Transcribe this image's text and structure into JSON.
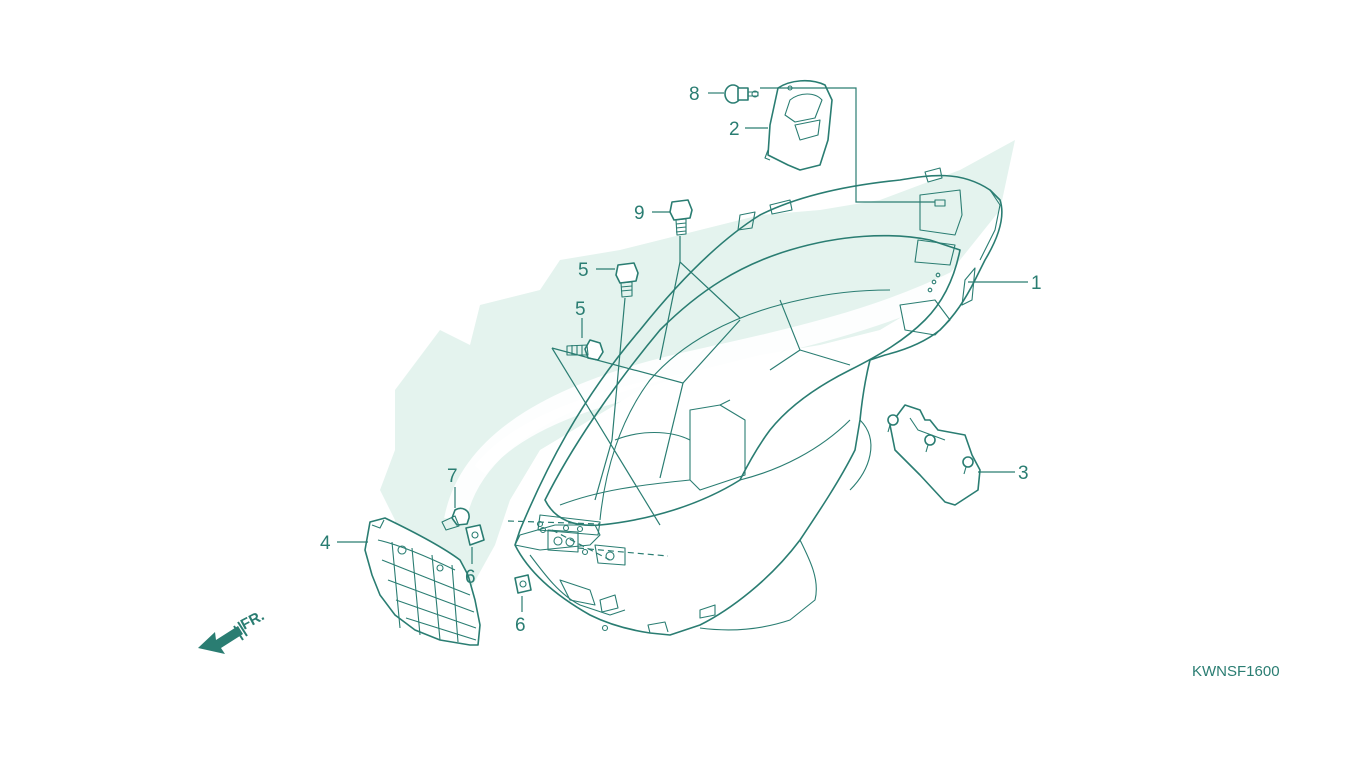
{
  "diagram": {
    "callouts": {
      "c1": "1",
      "c2": "2",
      "c3": "3",
      "c4": "4",
      "c5a": "5",
      "c5b": "5",
      "c6a": "6",
      "c6b": "6",
      "c7": "7",
      "c8": "8",
      "c9": "9"
    },
    "front_arrow_label": "FR.",
    "diagram_code": "KWNSF1600",
    "colors": {
      "line": "#2a7d72",
      "watermark": "#e4f3ee",
      "background": "#ffffff"
    }
  }
}
